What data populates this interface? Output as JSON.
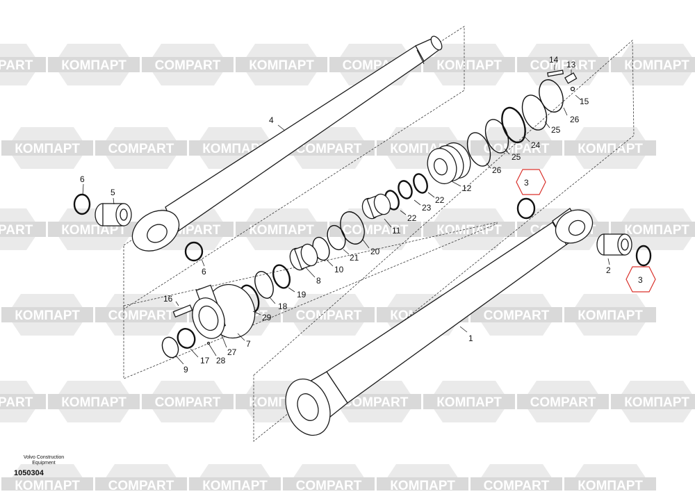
{
  "watermark": {
    "latin": "COMPART",
    "cyrillic": "КОМПАРТ",
    "color": "#d9d9d9"
  },
  "highlight_color": "#d9312b",
  "footer": {
    "maker_line1": "Volvo Construction",
    "maker_line2": "Equipment",
    "drawing_number": "1050304"
  },
  "callouts": {
    "c1": "1",
    "c2": "2",
    "c3a": "3",
    "c3b": "3",
    "c4": "4",
    "c5": "5",
    "c6a": "6",
    "c6b": "6",
    "c7": "7",
    "c8": "8",
    "c9": "9",
    "c10": "10",
    "c11": "11",
    "c12": "12",
    "c13": "13",
    "c14": "14",
    "c15": "15",
    "c16": "16",
    "c17": "17",
    "c18": "18",
    "c19": "19",
    "c20": "20",
    "c21": "21",
    "c22a": "22",
    "c22b": "22",
    "c23": "23",
    "c24": "24",
    "c25a": "25",
    "c25b": "25",
    "c26a": "26",
    "c26b": "26",
    "c27": "27",
    "c28": "28",
    "c29": "29"
  }
}
